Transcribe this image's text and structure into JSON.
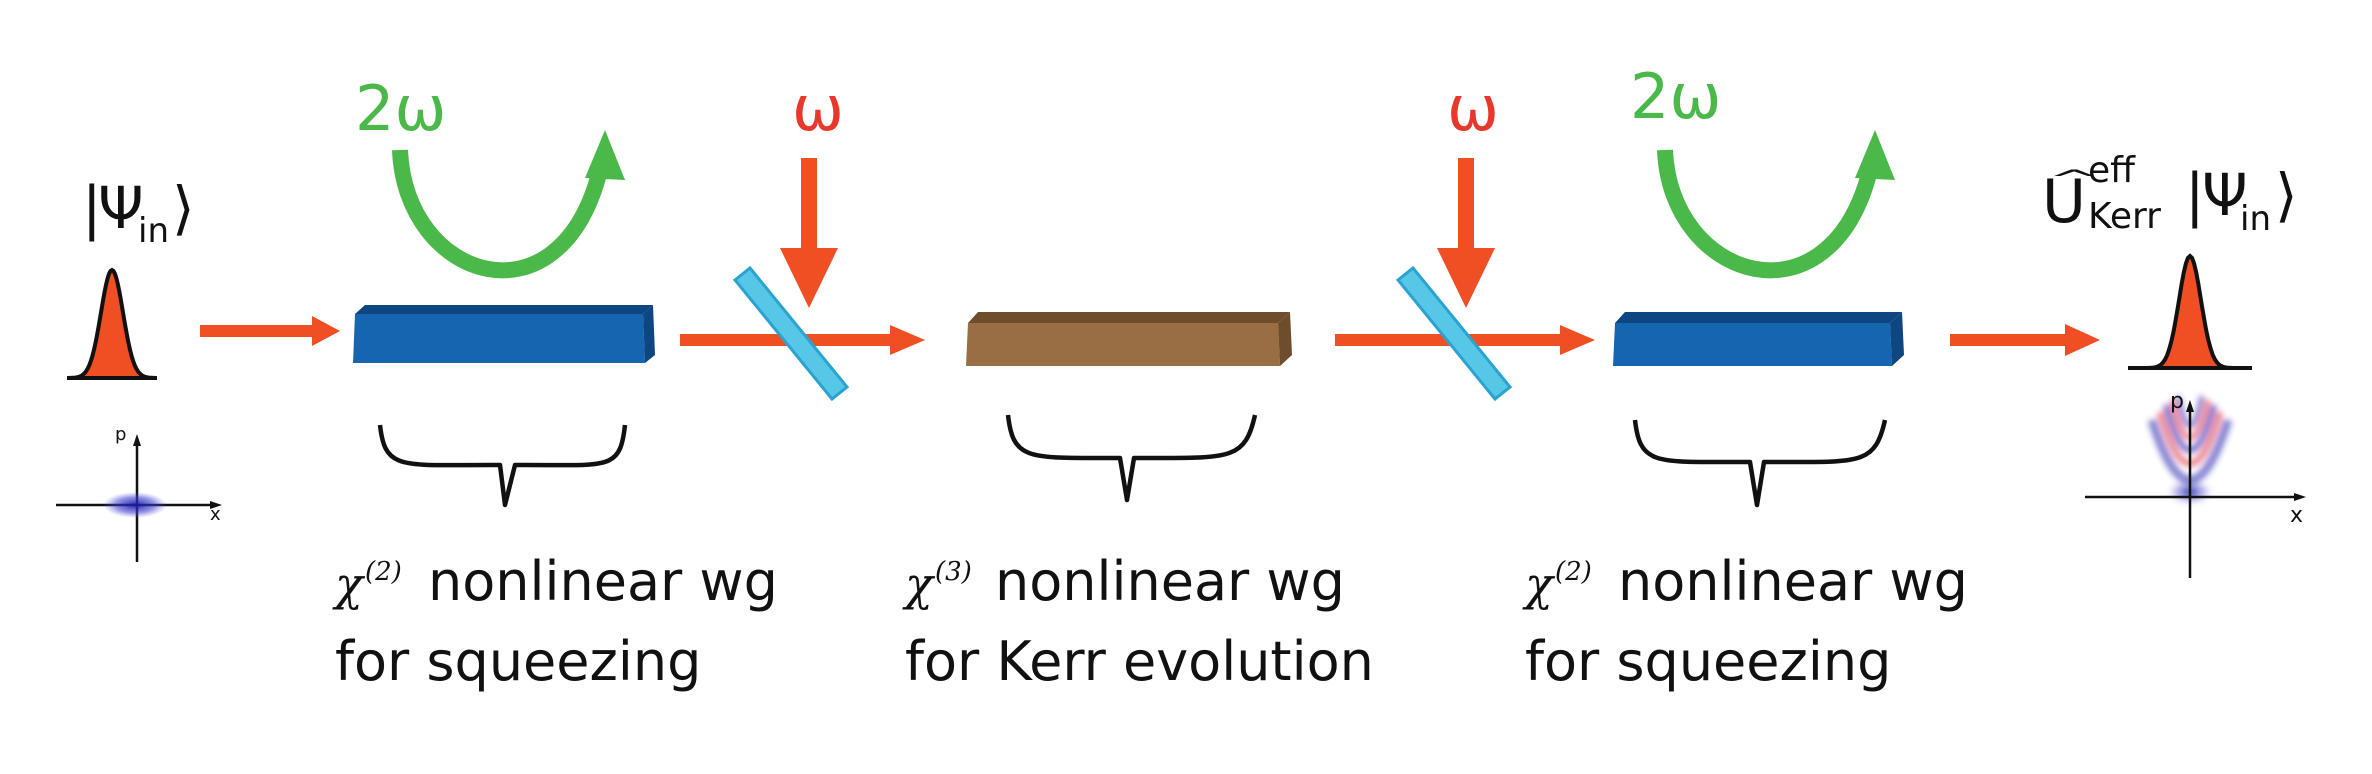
{
  "input_state": {
    "ket_left": "|",
    "psi": "Ψ",
    "subscript": "in",
    "ket_right": "⟩"
  },
  "output_state": {
    "operator": "U",
    "hat": "^",
    "superscript": "eff",
    "subscript": "Kerr",
    "ket_left": "|",
    "psi": "Ψ",
    "psi_subscript": "in",
    "ket_right": "⟩"
  },
  "pump_labels": {
    "pump1": "2ω",
    "probe1": "ω",
    "probe2": "ω",
    "pump2": "2ω"
  },
  "waveguides": [
    {
      "chi": "χ",
      "order": "(2)",
      "line1": "nonlinear wg",
      "line2": "for squeezing"
    },
    {
      "chi": "χ",
      "order": "(3)",
      "line1": "nonlinear wg",
      "line2": "for Kerr evolution"
    },
    {
      "chi": "χ",
      "order": "(2)",
      "line1": "nonlinear wg",
      "line2": "for squeezing"
    }
  ],
  "phase_space_in": {
    "x_label": "x",
    "p_label": "p"
  },
  "phase_space_out": {
    "x_label": "x",
    "p_label": "p"
  },
  "colors": {
    "beam_red": "#f04e23",
    "pump_green": "#4bb84a",
    "label_red": "#e8382b",
    "waveguide_blue": "#1565b0",
    "waveguide_blue_dark": "#0d4680",
    "waveguide_brown": "#9a6e45",
    "waveguide_brown_dark": "#6e4d2c",
    "mirror_cyan": "#57c7e8",
    "pulse_fill": "#f04e23",
    "wigner_blue": "#2b2bb0",
    "wigner_red": "#e04050"
  },
  "icons": [
    "gaussian-pulse-icon",
    "phase-space-plot-icon",
    "beamsplitter-icon",
    "arrow-icon",
    "brace-icon"
  ]
}
